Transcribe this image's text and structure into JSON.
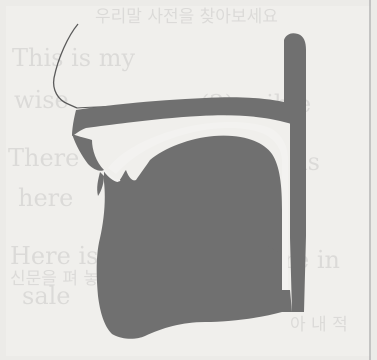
{
  "figure": {
    "kind": "sagittal-section-of-vocal-tract",
    "colors": {
      "paper": "#ecebe8",
      "tissue": "#707070",
      "airway": "#f3f2f0",
      "outline": "#5a5a5a",
      "bleed_text": "#4e4e4e"
    }
  },
  "bleed_through": {
    "row1": "우리말 사전을 찾아보세요",
    "row2": "This is my",
    "row3": "wise",
    "row3b": "(2) ssible",
    "row4": "There",
    "row4b": "is",
    "row5": "here",
    "row6": "Here is",
    "row6b": "a picture in",
    "row7": "신문을 펴 놓은 것",
    "row8": "sale",
    "row9": "아 내 적"
  }
}
